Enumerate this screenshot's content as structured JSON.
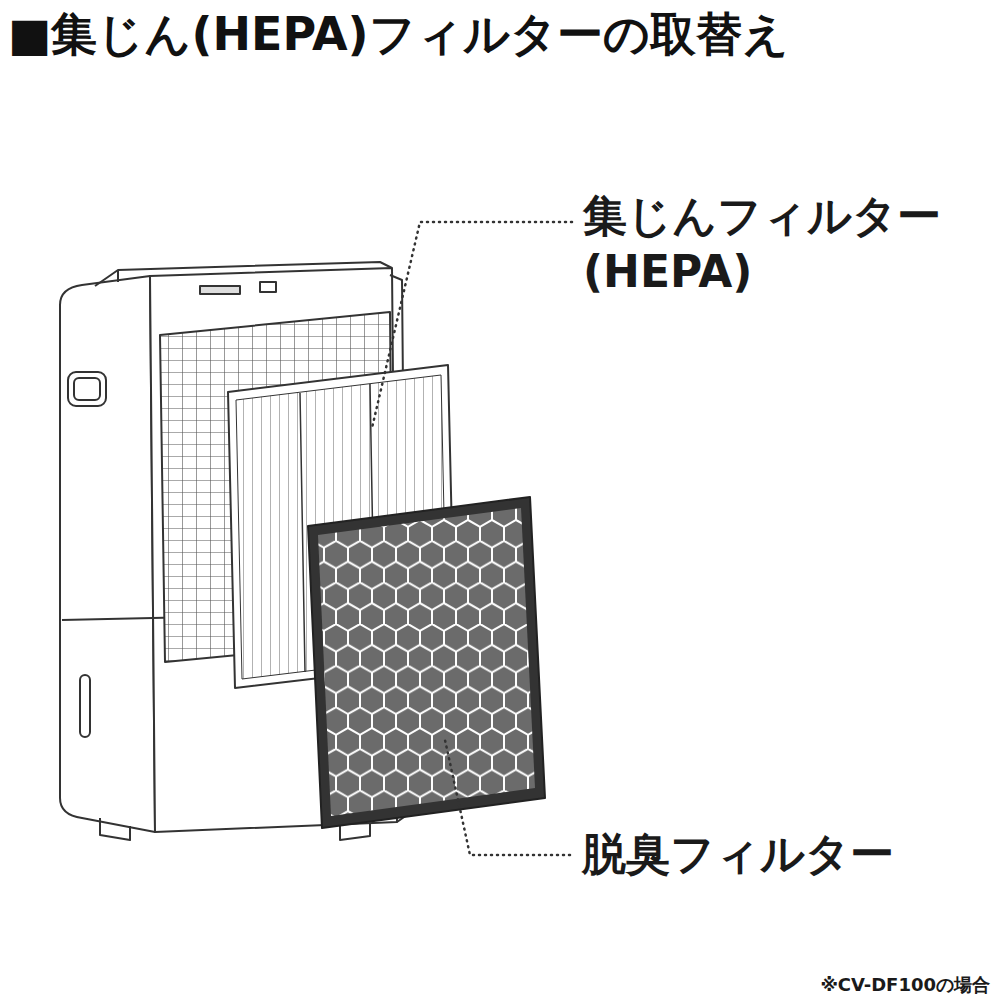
{
  "diagram": {
    "title": "■集じん(HEPA)フィルターの取替え",
    "labels": [
      "集じんフィルター (HEPA)",
      "脱臭フィルター",
      "※CV-DF100の場合"
    ]
  }
}
